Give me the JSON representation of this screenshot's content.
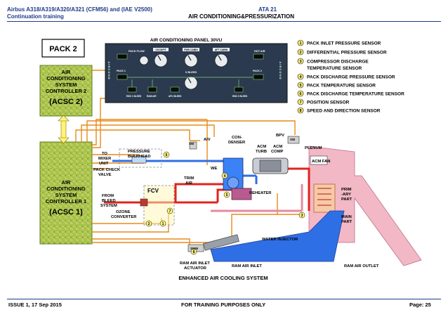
{
  "header": {
    "title": "Airbus A318/A319/A320/A321 (CFM56) and (IAE V2500)",
    "subtitle": "Continuation training",
    "ata": "ATA 21",
    "section": "AIR CONDITIONING&PRESSURIZATION"
  },
  "footer": {
    "issue": "ISSUE 1, 17 Sep 2015",
    "purpose": "FOR TRAINING PURPOSES ONLY",
    "page": "Page: 25"
  },
  "diagram": {
    "pack_label": "PACK 2",
    "acsc2": {
      "line1": "AIR",
      "line2": "CONDITIONING",
      "line3": "SYSTEM",
      "line4": "CONTROLLER 2",
      "tag": "(ACSC 2)"
    },
    "acsc1": {
      "line1": "AIR",
      "line2": "CONDITIONING",
      "line3": "SYSTEM",
      "line4": "CONTROLLER 1",
      "tag": "(ACSC 1)"
    },
    "panel": {
      "title": "AIR CONDITIONING  PANEL 30VU",
      "side_left": "A I R C O N D",
      "side_right": "A I R C O N D",
      "knobs": [
        "COCKPIT",
        "FWD CABIN",
        "AFT CABIN"
      ],
      "hot_air": "HOT AIR",
      "pack_flow": "PACK FLOW",
      "x_bleed": "X BLEED",
      "pack1": "PACK 1",
      "pack2": "PACK 2",
      "small_labels": [
        "ENG 1 BLEED",
        "RAM AIR",
        "APU BLEED",
        "ENG 2 BLEED"
      ]
    },
    "legend": [
      {
        "num": "1",
        "text": "PACK INLET PRESSURE SENSOR"
      },
      {
        "num": "2",
        "text": "DIFFERENTIAL PRESSURE SENSOR"
      },
      {
        "num": "3",
        "text": "COMPRESSOR DISCHARGE"
      },
      {
        "num": "",
        "text": "TEMPERATURE SENSOR"
      },
      {
        "num": "4",
        "text": "PACK DISCHARGE PRESSURE SENSOR"
      },
      {
        "num": "5",
        "text": "PACK TEMPERATURE SENSOR"
      },
      {
        "num": "6",
        "text": "PACK DISCHARGE TEMPERATURE SENSOR"
      },
      {
        "num": "7",
        "text": "POSITION SENSOR"
      },
      {
        "num": "8",
        "text": "SPEED AND DIRECTION SENSOR"
      }
    ],
    "labels": {
      "to_mixer": "TO",
      "to_mixer2": "MIXER",
      "to_mixer3": "UNIT",
      "pressure_bulkhead": "PRESSURE",
      "pressure_bulkhead2": "BULKHEAD",
      "pack_check": "PACK CHECK",
      "pack_check2": "VALVE",
      "from_bleed": "FROM",
      "from_bleed2": "BLEED",
      "from_bleed3": "SYSTEM",
      "ozone": "OZONE",
      "ozone2": "CONVERTER",
      "fcv": "FCV",
      "trim_air": "TRIM",
      "trim_air2": "AIR",
      "aiv": "AIV",
      "condenser": "CON-",
      "condenser2": "DENSER",
      "acm_turb": "ACM",
      "acm_turb2": "TURB",
      "acm_comp": "ACM",
      "acm_comp2": "COMP",
      "bpv": "BPV",
      "plenum": "PLENUM",
      "acm_fan": "ACM FAN",
      "we": "WE",
      "reheater": "REHEATER",
      "prim_ary": "PRIM",
      "prim_ary2": "-ARY",
      "prim_ary3": "PART",
      "main_part": "MAIN",
      "main_part2": "PART",
      "water_injector": "WATER INJECTOR",
      "ram_air_inlet_act": "RAM AIR INLET",
      "ram_air_inlet_act2": "ACTUATOR",
      "ram_air_inlet": "RAM AIR INLET",
      "ram_air_outlet": "RAM AIR OUTLET",
      "caption": "ENHANCED AIR COOLING SYSTEM",
      "sw": "SW",
      "swm": "SWM"
    }
  }
}
